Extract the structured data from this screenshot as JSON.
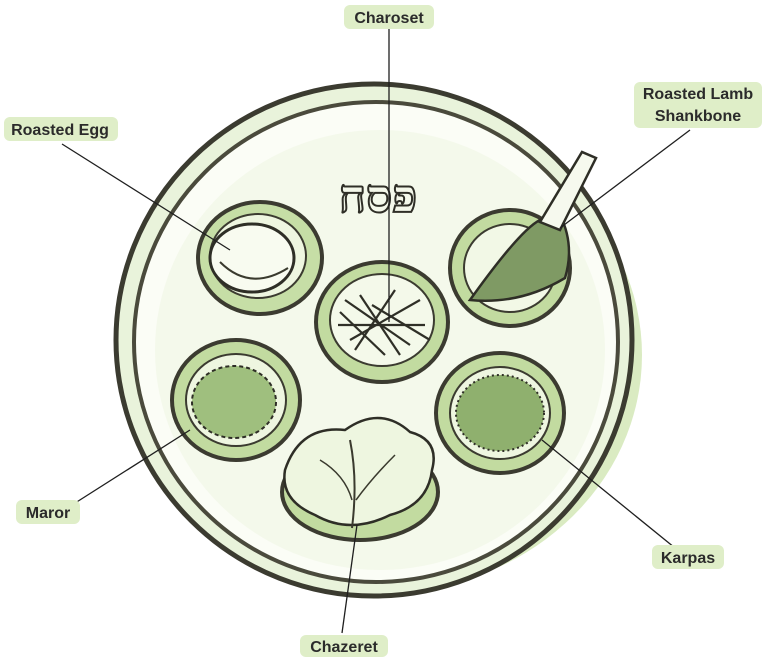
{
  "labels": {
    "charoset": "Charoset",
    "roasted_egg": "Roasted Egg",
    "roasted_lamb_line1": "Roasted Lamb",
    "roasted_lamb_line2": "Shankbone",
    "maror": "Maror",
    "karpas": "Karpas",
    "chazeret": "Chazeret"
  },
  "plate_inscription": "פסח",
  "colors": {
    "wash": "#d9ebbf",
    "wash_dark": "#b9d69a",
    "ink": "#3a3a2e",
    "label_glow": "#dfeec8"
  }
}
